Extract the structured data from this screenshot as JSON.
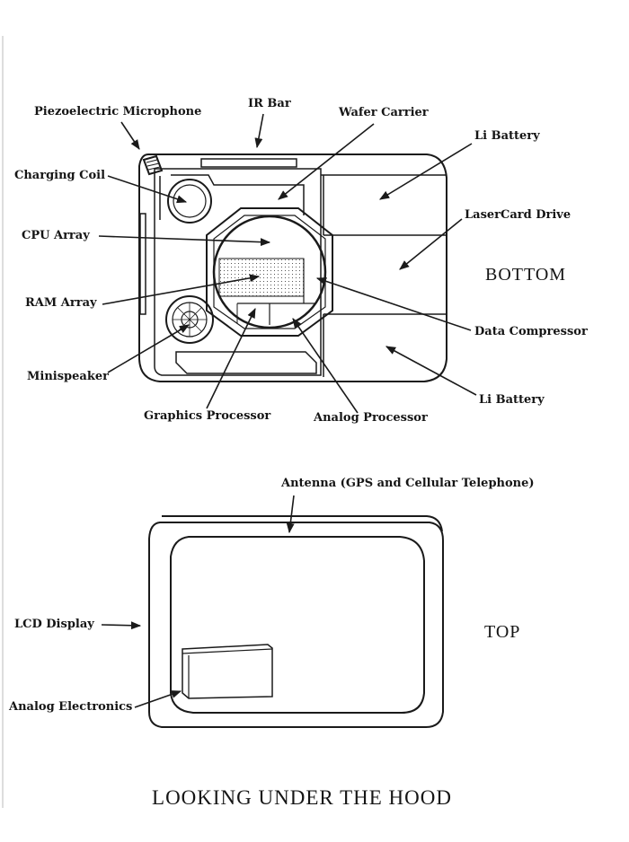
{
  "bottom_view": {
    "heading": "BOTTOM",
    "labels": {
      "piezo_microphone": "Piezoelectric Microphone",
      "ir_bar": "IR Bar",
      "wafer_carrier": "Wafer Carrier",
      "li_battery_top": "Li Battery",
      "charging_coil": "Charging Coil",
      "lasercard_drive": "LaserCard Drive",
      "cpu_array": "CPU Array",
      "ram_array": "RAM Array",
      "data_compressor": "Data Compressor",
      "minispeaker": "Minispeaker",
      "li_battery_bottom": "Li Battery",
      "graphics_processor": "Graphics Processor",
      "analog_processor": "Analog Processor"
    }
  },
  "top_view": {
    "heading": "TOP",
    "labels": {
      "antenna": "Antenna (GPS and Cellular Telephone)",
      "lcd_display": "LCD Display",
      "analog_electronics": "Analog Electronics"
    }
  },
  "caption": "LOOKING UNDER THE HOOD"
}
